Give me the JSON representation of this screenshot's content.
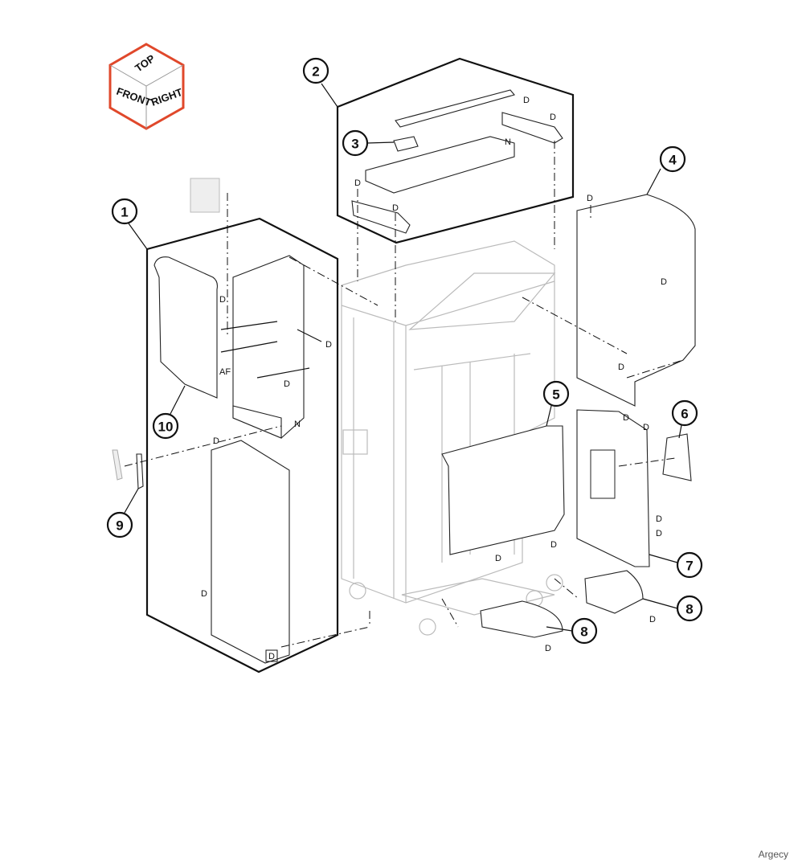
{
  "orientation_cube": {
    "top": "TOP",
    "front": "FRONT",
    "right": "RIGHT",
    "accent_color": "#e0482b"
  },
  "callouts": [
    "1",
    "2",
    "3",
    "4",
    "5",
    "6",
    "7",
    "8",
    "8",
    "9",
    "10"
  ],
  "labels": {
    "D": "D",
    "N": "N",
    "AF": "AF"
  },
  "footer": "Argecy"
}
